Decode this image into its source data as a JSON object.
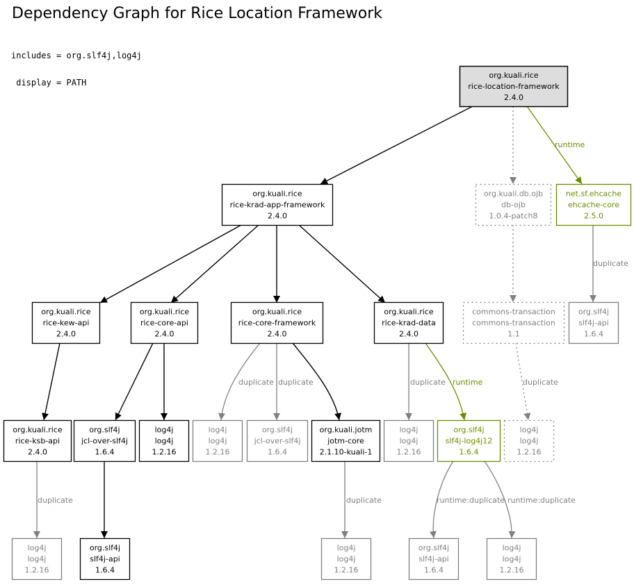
{
  "title": "Dependency Graph for Rice Location Framework",
  "params": [
    "includes = org.slf4j,log4j",
    " display = PATH"
  ],
  "colors": {
    "normal": "#000000",
    "grey": "#808080",
    "runtime": "#6b8a00",
    "root_fill": "#dddddd"
  },
  "nodes": [
    {
      "id": "root",
      "lines": [
        "org.kuali.rice",
        "rice-location-framework",
        "2.4.0"
      ],
      "style": "root"
    },
    {
      "id": "ojb",
      "lines": [
        "org.kuali.db.ojb",
        "db-ojb",
        "1.0.4-patch8"
      ],
      "style": "dotted"
    },
    {
      "id": "ehcache",
      "lines": [
        "net.sf.ehcache",
        "ehcache-core",
        "2.5.0"
      ],
      "style": "runtime"
    },
    {
      "id": "kradapp",
      "lines": [
        "org.kuali.rice",
        "rice-krad-app-framework",
        "2.4.0"
      ],
      "style": "normal"
    },
    {
      "id": "kew",
      "lines": [
        "org.kuali.rice",
        "rice-kew-api",
        "2.4.0"
      ],
      "style": "normal"
    },
    {
      "id": "coreapi",
      "lines": [
        "org.kuali.rice",
        "rice-core-api",
        "2.4.0"
      ],
      "style": "normal"
    },
    {
      "id": "corefw",
      "lines": [
        "org.kuali.rice",
        "rice-core-framework",
        "2.4.0"
      ],
      "style": "normal"
    },
    {
      "id": "kraddata",
      "lines": [
        "org.kuali.rice",
        "rice-krad-data",
        "2.4.0"
      ],
      "style": "normal"
    },
    {
      "id": "ctrans",
      "lines": [
        "commons-transaction",
        "commons-transaction",
        "1.1"
      ],
      "style": "dotted"
    },
    {
      "id": "slf4japi_dup1",
      "lines": [
        "org.slf4j",
        "slf4j-api",
        "1.6.4"
      ],
      "style": "grey"
    },
    {
      "id": "ksb",
      "lines": [
        "org.kuali.rice",
        "rice-ksb-api",
        "2.4.0"
      ],
      "style": "normal"
    },
    {
      "id": "jcl",
      "lines": [
        "org.slf4j",
        "jcl-over-slf4j",
        "1.6.4"
      ],
      "style": "normal"
    },
    {
      "id": "log4j_main",
      "lines": [
        "log4j",
        "log4j",
        "1.2.16"
      ],
      "style": "normal"
    },
    {
      "id": "log4j_dup1",
      "lines": [
        "log4j",
        "log4j",
        "1.2.16"
      ],
      "style": "grey"
    },
    {
      "id": "jcl_dup",
      "lines": [
        "org.slf4j",
        "jcl-over-slf4j",
        "1.6.4"
      ],
      "style": "grey"
    },
    {
      "id": "jotm",
      "lines": [
        "org.kuali.jotm",
        "jotm-core",
        "2.1.10-kuali-1"
      ],
      "style": "normal"
    },
    {
      "id": "log4j_dup2",
      "lines": [
        "log4j",
        "log4j",
        "1.2.16"
      ],
      "style": "grey"
    },
    {
      "id": "slf4jlog4j",
      "lines": [
        "org.slf4j",
        "slf4j-log4j12",
        "1.6.4"
      ],
      "style": "runtime"
    },
    {
      "id": "log4j_dotted",
      "lines": [
        "log4j",
        "log4j",
        "1.2.16"
      ],
      "style": "dotted"
    },
    {
      "id": "log4j_dup3",
      "lines": [
        "log4j",
        "log4j",
        "1.2.16"
      ],
      "style": "grey"
    },
    {
      "id": "slf4japi",
      "lines": [
        "org.slf4j",
        "slf4j-api",
        "1.6.4"
      ],
      "style": "normal"
    },
    {
      "id": "log4j_dup4",
      "lines": [
        "log4j",
        "log4j",
        "1.2.16"
      ],
      "style": "grey"
    },
    {
      "id": "slf4japi_dup2",
      "lines": [
        "org.slf4j",
        "slf4j-api",
        "1.6.4"
      ],
      "style": "grey"
    },
    {
      "id": "log4j_dup5",
      "lines": [
        "log4j",
        "log4j",
        "1.2.16"
      ],
      "style": "grey"
    }
  ],
  "edges": [
    {
      "from": "root",
      "to": "kradapp",
      "style": "normal",
      "label": ""
    },
    {
      "from": "root",
      "to": "ojb",
      "style": "dotted",
      "label": ""
    },
    {
      "from": "root",
      "to": "ehcache",
      "style": "runtime",
      "label": "runtime"
    },
    {
      "from": "kradapp",
      "to": "kew",
      "style": "normal",
      "label": ""
    },
    {
      "from": "kradapp",
      "to": "coreapi",
      "style": "normal",
      "label": ""
    },
    {
      "from": "kradapp",
      "to": "corefw",
      "style": "normal",
      "label": ""
    },
    {
      "from": "kradapp",
      "to": "kraddata",
      "style": "normal",
      "label": ""
    },
    {
      "from": "ojb",
      "to": "ctrans",
      "style": "dotted",
      "label": ""
    },
    {
      "from": "ehcache",
      "to": "slf4japi_dup1",
      "style": "grey",
      "label": "duplicate"
    },
    {
      "from": "kew",
      "to": "ksb",
      "style": "normal",
      "label": ""
    },
    {
      "from": "coreapi",
      "to": "jcl",
      "style": "normal",
      "label": ""
    },
    {
      "from": "coreapi",
      "to": "log4j_main",
      "style": "normal",
      "label": ""
    },
    {
      "from": "corefw",
      "to": "log4j_dup1",
      "style": "grey",
      "label": "duplicate"
    },
    {
      "from": "corefw",
      "to": "jcl_dup",
      "style": "grey",
      "label": "duplicate"
    },
    {
      "from": "corefw",
      "to": "jotm",
      "style": "normal",
      "label": ""
    },
    {
      "from": "kraddata",
      "to": "log4j_dup2",
      "style": "grey",
      "label": "duplicate"
    },
    {
      "from": "kraddata",
      "to": "slf4jlog4j",
      "style": "runtime",
      "label": "runtime"
    },
    {
      "from": "ctrans",
      "to": "log4j_dotted",
      "style": "dotted-grey",
      "label": "duplicate"
    },
    {
      "from": "ksb",
      "to": "log4j_dup3",
      "style": "grey",
      "label": "duplicate"
    },
    {
      "from": "jcl",
      "to": "slf4japi",
      "style": "normal",
      "label": ""
    },
    {
      "from": "jotm",
      "to": "log4j_dup4",
      "style": "grey",
      "label": "duplicate"
    },
    {
      "from": "slf4jlog4j",
      "to": "slf4japi_dup2",
      "style": "grey",
      "label": "runtime:duplicate"
    },
    {
      "from": "slf4jlog4j",
      "to": "log4j_dup5",
      "style": "grey",
      "label": "runtime:duplicate"
    }
  ]
}
